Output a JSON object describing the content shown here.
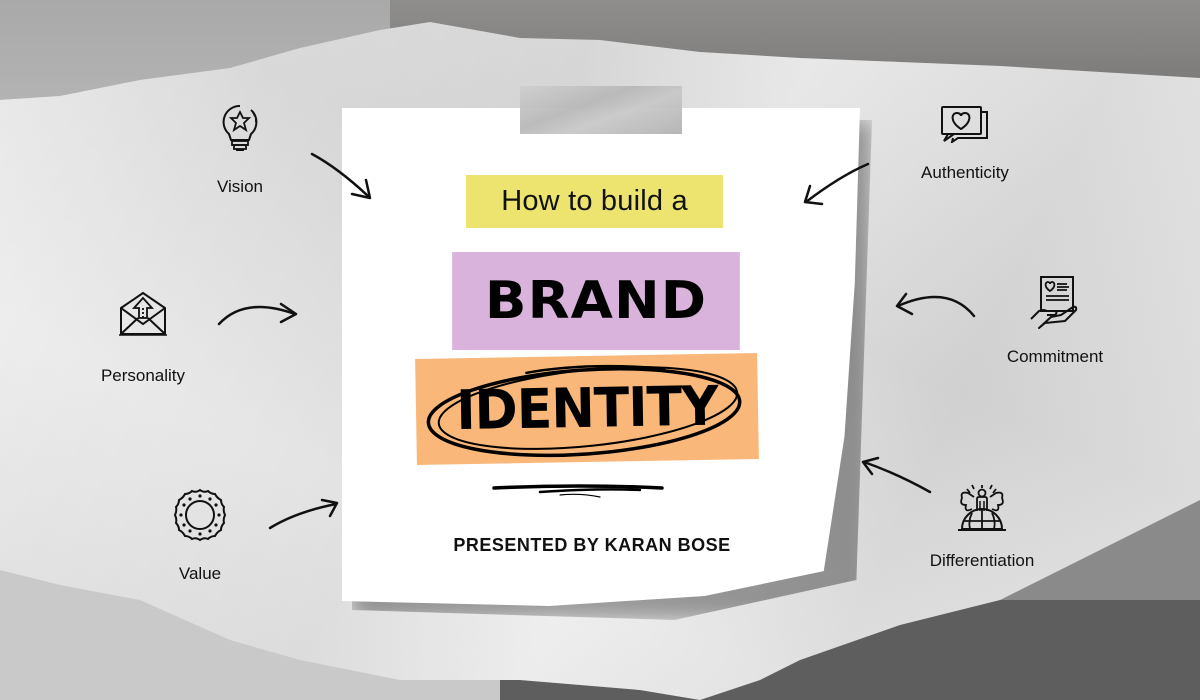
{
  "slide": {
    "title_line_1": "How to build a",
    "title_line_2": "BRAND",
    "title_line_3": "IDENTITY",
    "presenter": "PRESENTED BY KARAN BOSE",
    "colors": {
      "yellow_highlight": "#ece46e",
      "purple_highlight": "#d9b3dc",
      "orange_highlight": "#f9b87a",
      "text": "#111111",
      "paper": "#e4e4e4",
      "note": "#ffffff"
    }
  },
  "pillars": {
    "left": [
      {
        "label": "Vision",
        "icon": "lightbulb-star-icon"
      },
      {
        "label": "Personality",
        "icon": "envelope-arrow-icon"
      },
      {
        "label": "Value",
        "icon": "badge-seal-icon"
      }
    ],
    "right": [
      {
        "label": "Authenticity",
        "icon": "chat-heart-icon"
      },
      {
        "label": "Commitment",
        "icon": "hand-document-heart-icon"
      },
      {
        "label": "Differentiation",
        "icon": "person-globe-icon"
      }
    ]
  }
}
